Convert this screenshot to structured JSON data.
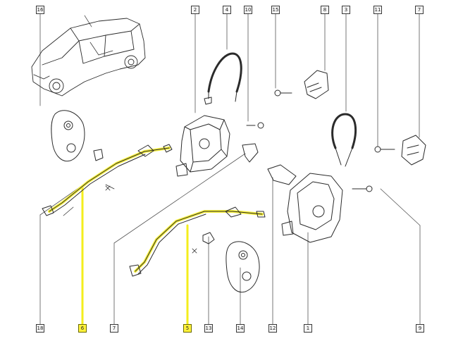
{
  "diagram": {
    "top_callouts": [
      "16",
      "2",
      "4",
      "10",
      "15",
      "8",
      "3",
      "11",
      "7"
    ],
    "bottom_callouts": [
      "18",
      "6",
      "7",
      "5",
      "13",
      "14",
      "12",
      "1",
      "9"
    ],
    "highlighted_callouts": [
      "6",
      "5"
    ],
    "highlight_color": "#fff23a",
    "line_color": "#3a3a3a",
    "drawing_color": "#2b2b2b"
  }
}
